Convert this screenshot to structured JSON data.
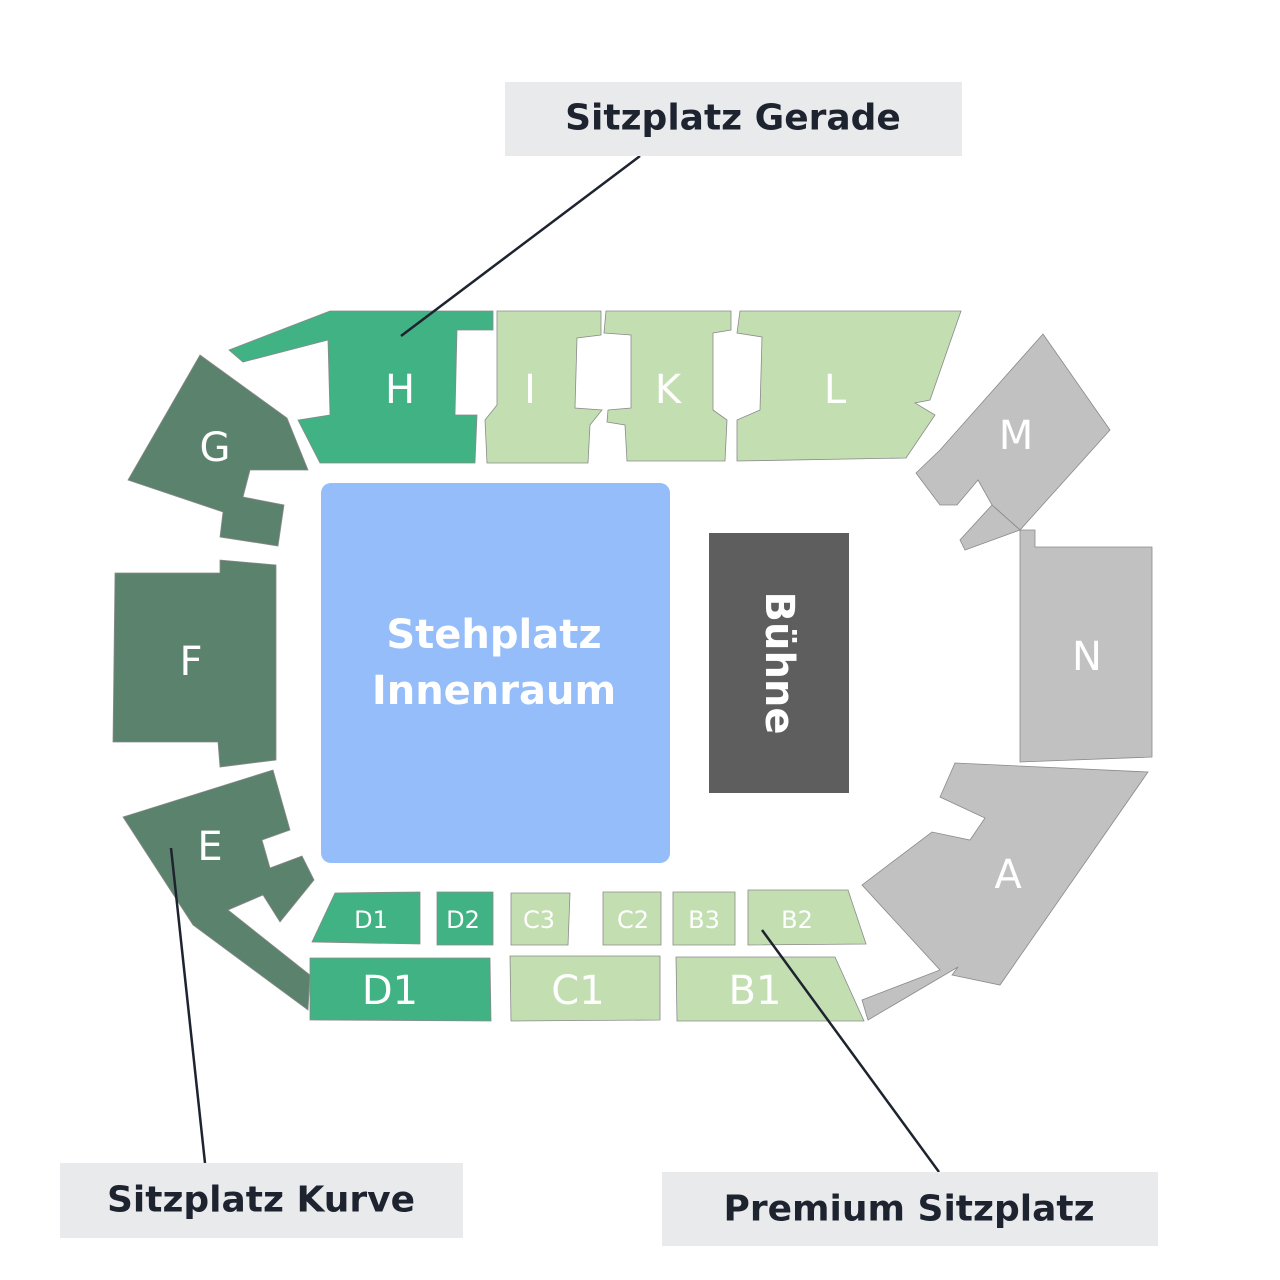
{
  "colors": {
    "gerade": "#41b283",
    "kurve": "#5b826d",
    "premium": "#c3dfb2",
    "grey": "#c0c1c0",
    "stage": "#5e5e5e",
    "innenraum": "#94bdfa",
    "callout_bg": "#e9eaec",
    "callout_text": "#1e2330"
  },
  "callouts": {
    "gerade": "Sitzplatz Gerade",
    "kurve": "Sitzplatz Kurve",
    "premium": "Premium Sitzplatz"
  },
  "areas": {
    "innenraum_line1": "Stehplatz",
    "innenraum_line2": "Innenraum",
    "stage": "Bühne"
  },
  "sections": {
    "H": "H",
    "I": "I",
    "K": "K",
    "L": "L",
    "M": "M",
    "N": "N",
    "A": "A",
    "G": "G",
    "F": "F",
    "E": "E",
    "D1_upper": "D1",
    "D2": "D2",
    "C3": "C3",
    "C2": "C2",
    "B3": "B3",
    "B2": "B2",
    "D1_lower": "D1",
    "C1": "C1",
    "B1": "B1"
  }
}
